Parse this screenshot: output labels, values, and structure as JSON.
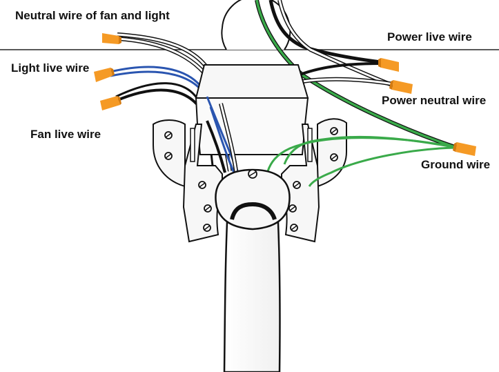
{
  "labels": {
    "neutral_fan_light": "Neutral wire of fan and light",
    "power_live": "Power live wire",
    "light_live": "Light live wire",
    "power_neutral": "Power neutral wire",
    "fan_live": "Fan live wire",
    "ground": "Ground wire"
  },
  "colors": {
    "ceiling_line": "#222222",
    "wire_black": "#111111",
    "wire_white": "#ffffff",
    "wire_blue": "#2a55b0",
    "wire_green": "#3aaa4a",
    "wire_nut": "#f59a25",
    "metal_fill": "#f7f7f7",
    "outline": "#111111"
  }
}
